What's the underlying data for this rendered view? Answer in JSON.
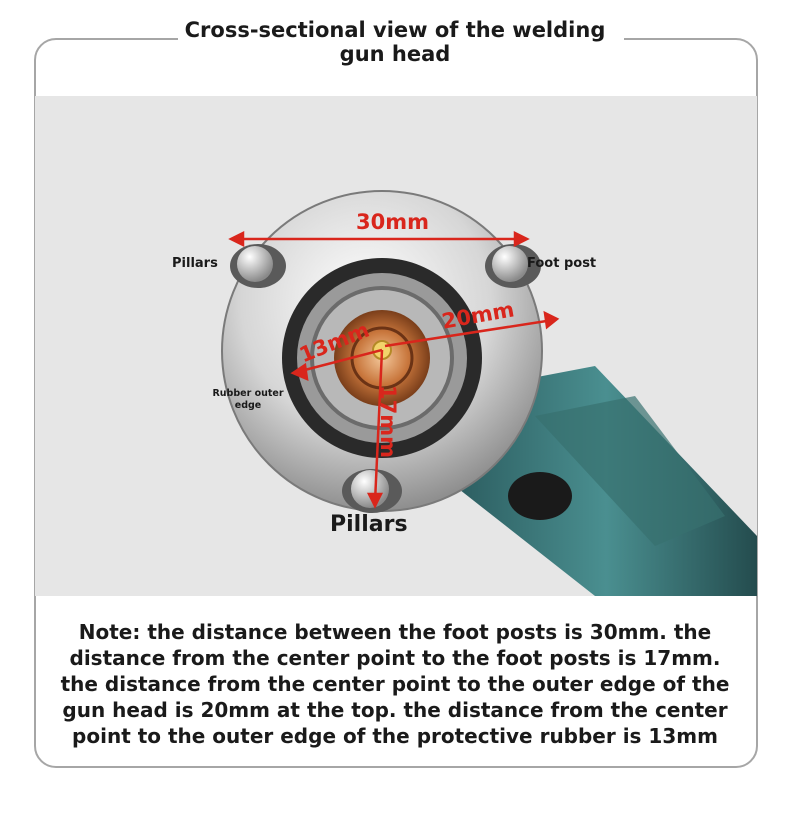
{
  "title": {
    "line1": "Cross-sectional view of the welding",
    "line2": "gun head"
  },
  "labels": {
    "pillars_left": "Pillars",
    "foot_post": "Foot post",
    "rubber_line1": "Rubber outer",
    "rubber_line2": "edge",
    "pillars_bottom": "Pillars"
  },
  "dimensions": {
    "d30": "30mm",
    "d20": "20mm",
    "d13": "13mm",
    "d17": "17mm"
  },
  "note": {
    "lines": [
      "Note: the distance between the foot posts is 30mm. the",
      "distance from the center point to the foot posts is 17mm.",
      "the distance from the center point to the outer edge of the",
      "gun head is 20mm at the top. the distance from the center",
      "point to the outer edge of the protective rubber is 13mm"
    ]
  },
  "colors": {
    "arrow": "#d9261c",
    "handle": "#3d7d7e",
    "copper": "#c8763c",
    "frame": "#a6a6a6"
  }
}
